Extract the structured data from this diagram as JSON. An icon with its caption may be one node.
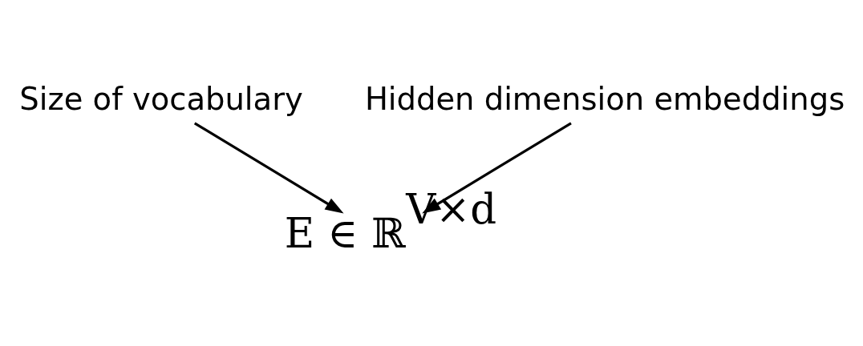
{
  "diagram": {
    "nodes": [
      {
        "text": [
          "Size of vocabulary"
        ]
      },
      {
        "text": [
          "Hidden dimension embeddings"
        ]
      },
      {
        "text": [
          "E ∈ ℝ$^{V×d}$"
        ]
      }
    ],
    "edges": [
      {
        "from": 0,
        "to": 2,
        "arrow": "to"
      },
      {
        "from": 1,
        "to": 2,
        "arrow": "to"
      }
    ]
  }
}
